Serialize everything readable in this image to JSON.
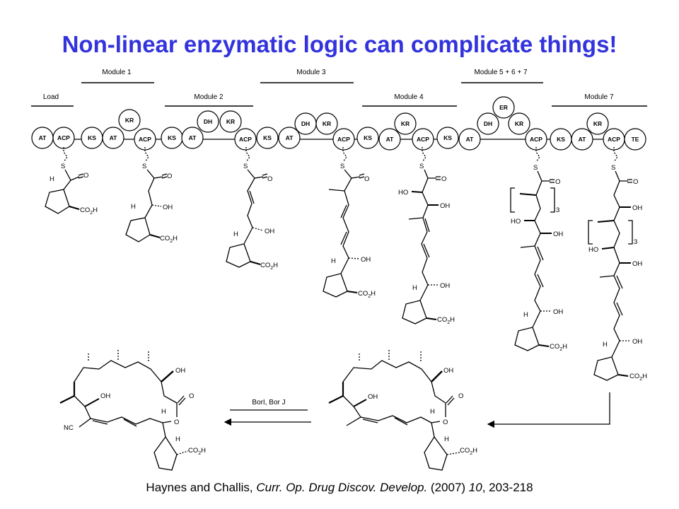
{
  "title": "Non-linear enzymatic logic can complicate things!",
  "modules": [
    {
      "label": "Load"
    },
    {
      "label": "Module 1"
    },
    {
      "label": "Module 2"
    },
    {
      "label": "Module 3"
    },
    {
      "label": "Module 4"
    },
    {
      "label": "Module 5 + 6 + 7"
    },
    {
      "label": "Module 7"
    }
  ],
  "domains": [
    "AT",
    "ACP",
    "KS",
    "AT",
    "KR",
    "ACP",
    "KS",
    "AT",
    "DH",
    "KR",
    "ACP",
    "KS",
    "AT",
    "DH",
    "KR",
    "ACP",
    "KS",
    "AT",
    "KR",
    "ACP",
    "KS",
    "AT",
    "DH",
    "ER",
    "KR",
    "ACP",
    "KS",
    "AT",
    "KR",
    "ACP",
    "TE"
  ],
  "atoms": {
    "S": "S",
    "O": "O",
    "H": "H",
    "OH": "OH",
    "HO": "HO",
    "CO2H": "CO",
    "sub2": "2",
    "H_tail": "H",
    "NC": "NC",
    "repeat3": "3"
  },
  "reaction": {
    "enzymes": "BorI, Bor J"
  },
  "citation": {
    "authors": "Haynes and Challis, ",
    "journal": "Curr. Op. Drug Discov. Develop.",
    "year": " (2007) ",
    "volume": "10",
    "pages": ", 203-218"
  }
}
